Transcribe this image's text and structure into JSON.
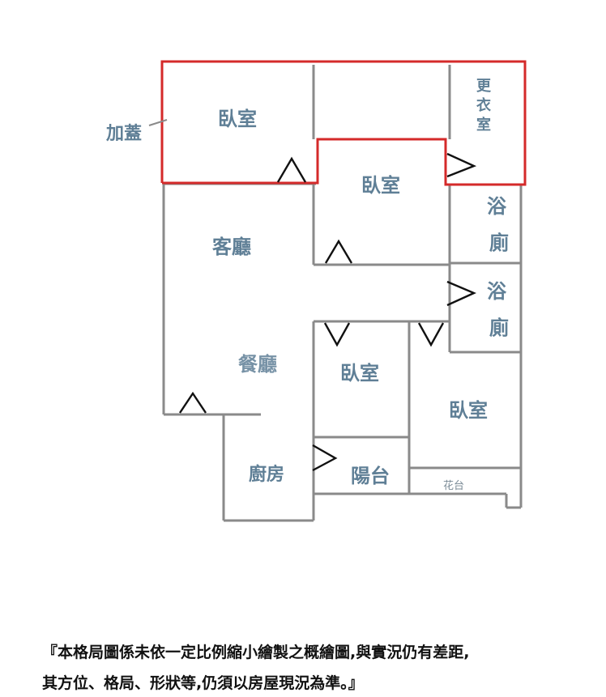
{
  "rooms": {
    "bedroom_top_left": "臥室",
    "bedroom_center": "臥室",
    "dressing_room": [
      "更",
      "衣",
      "室"
    ],
    "bath_1": [
      "浴",
      "廁"
    ],
    "bath_2": [
      "浴",
      "廁"
    ],
    "living_room": "客廳",
    "dining_room": "餐廳",
    "bedroom_middle": "臥室",
    "bedroom_right": "臥室",
    "kitchen": "廚房",
    "balcony": "陽台",
    "planter": "花台"
  },
  "annotation": {
    "addition_label": "加蓋"
  },
  "colors": {
    "wall": "#8a8a8a",
    "addition_outline": "#d42a2a",
    "room_text": "#5f7f96",
    "door": "#111111"
  },
  "disclaimer": {
    "line1": "『本格局圖係未依一定比例縮小繪製之概繪圖,與實況仍有差距,",
    "line2": "其方位、格局、形狀等,仍須以房屋現況為準。』"
  }
}
